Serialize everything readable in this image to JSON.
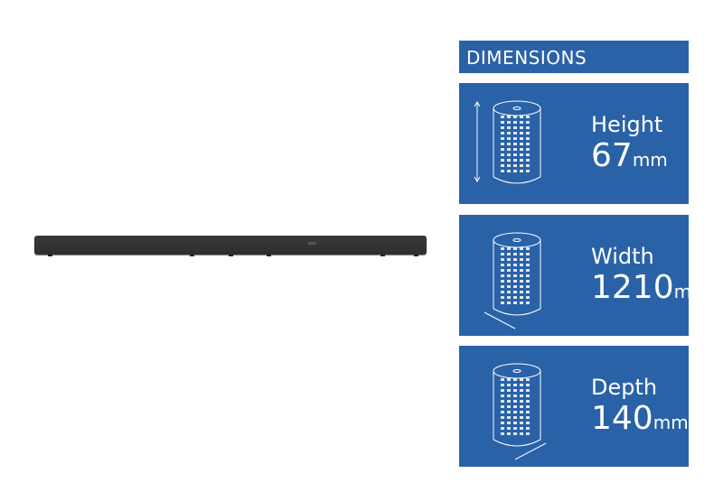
{
  "header": {
    "title": "DIMENSIONS"
  },
  "dimensions": [
    {
      "label": "Height",
      "value": "67",
      "unit": "mm",
      "arrow": "vertical"
    },
    {
      "label": "Width",
      "value": "1210",
      "unit": "mm",
      "arrow": "width"
    },
    {
      "label": "Depth",
      "value": "140",
      "unit": "mm",
      "arrow": "depth"
    }
  ],
  "colors": {
    "panel": "#2a62a8"
  }
}
